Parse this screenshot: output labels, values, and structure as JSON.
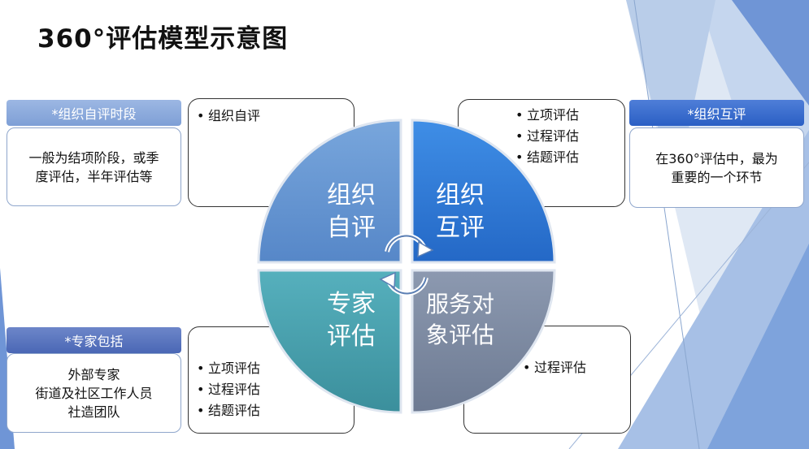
{
  "title": "360°评估模型示意图",
  "quadrants": {
    "tl": {
      "line1": "组织",
      "line2": "自评",
      "color": "#5b8fd0"
    },
    "tr": {
      "line1": "组织",
      "line2": "互评",
      "color": "#2f7fdc"
    },
    "bl": {
      "line1": "专家",
      "line2": "评估",
      "color": "#4aa0ae"
    },
    "br": {
      "line1": "服务对",
      "line2": "象评估",
      "color": "#7d8ba3"
    }
  },
  "boxes": {
    "tl": {
      "items": [
        "组织自评"
      ]
    },
    "tr": {
      "items": [
        "立项评估",
        "过程评估",
        "结题评估"
      ]
    },
    "bl": {
      "items": [
        "立项评估",
        "过程评估",
        "结题评估"
      ]
    },
    "br": {
      "items": [
        "过程评估"
      ]
    }
  },
  "notes": {
    "left_top": {
      "label": "*组织自评时段",
      "lines": [
        "一般为结项阶段，或季",
        "度评估，半年评估等"
      ]
    },
    "right_top": {
      "label": "*组织互评",
      "lines": [
        "在360°评估中，最为",
        "重要的一个环节"
      ]
    },
    "left_bottom": {
      "label": "*专家包括",
      "lines": [
        "外部专家",
        "街道及社区工作人员",
        "社造团队"
      ]
    }
  },
  "icons": {
    "center": "cycle-arrows-icon"
  },
  "colors": {
    "accent_light": "#8aa9dd",
    "accent_dark": "#3a6fd0"
  }
}
